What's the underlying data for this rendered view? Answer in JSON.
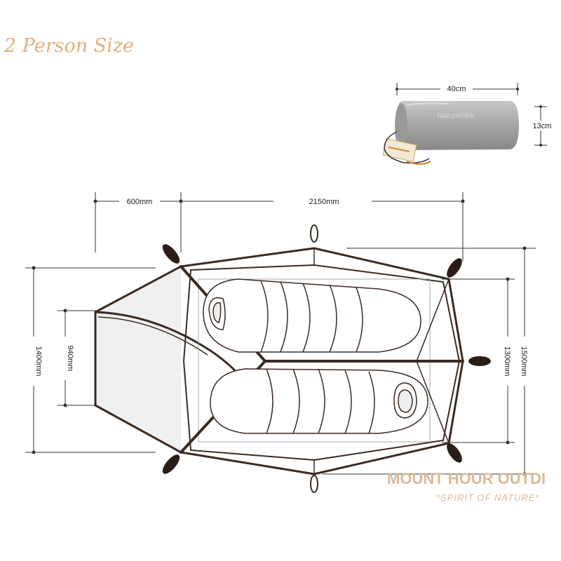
{
  "title": "2 Person Size",
  "dimensions": {
    "packed_length": "40cm",
    "packed_height": "13cm",
    "vestibule_depth": "600mm",
    "inner_length": "2150mm",
    "outer_width": "1400mm",
    "door_width": "940mm",
    "floor_width": "1300mm",
    "fly_width": "1500mm"
  },
  "packed_bag_label": "Naturehike",
  "brand": {
    "name": "MOUNT HOUR OUTDI",
    "slogan": "*SPIRIT OF NATURE*"
  },
  "colors": {
    "title": "#e3b07f",
    "outline": "#3a2a22",
    "brand": "#d9b99a"
  },
  "icons": [
    "tent-floor-plan-diagram",
    "packed-tent-bag"
  ]
}
